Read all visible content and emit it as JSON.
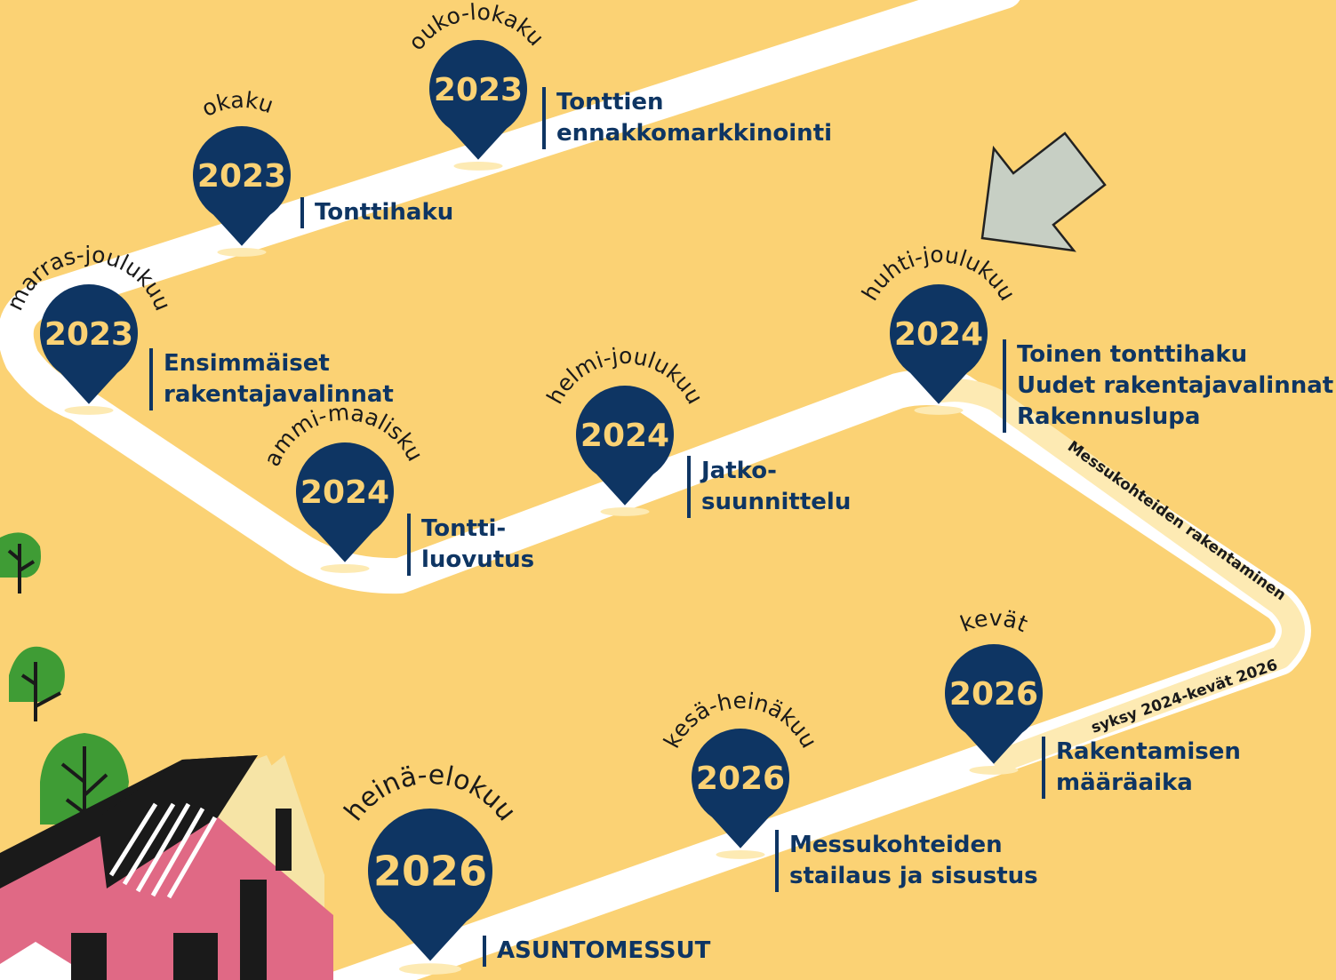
{
  "milestones": [
    {
      "id": "m1",
      "period": "touko-lokakuu",
      "year": "2023",
      "lines": [
        "Tonttien",
        "ennakkomarkkinointi"
      ]
    },
    {
      "id": "m2",
      "period": "lokakuu",
      "year": "2023",
      "lines": [
        "Tonttihaku"
      ]
    },
    {
      "id": "m3",
      "period": "marras-joulukuu",
      "year": "2023",
      "lines": [
        "Ensimmäiset",
        "rakentajavalinnat"
      ]
    },
    {
      "id": "m4",
      "period": "tammi-maaliskuu",
      "year": "2024",
      "lines": [
        "Tontti-",
        "luovutus"
      ]
    },
    {
      "id": "m5",
      "period": "helmi-joulukuu",
      "year": "2024",
      "lines": [
        "Jatko-",
        "suunnittelu"
      ]
    },
    {
      "id": "m6",
      "period": "huhti-joulukuu",
      "year": "2024",
      "lines": [
        "Toinen tonttihaku",
        "Uudet rakentajavalinnat",
        "Rakennuslupa"
      ]
    },
    {
      "id": "m7",
      "period": "kevät",
      "year": "2026",
      "lines": [
        "Rakentamisen",
        "määräaika"
      ]
    },
    {
      "id": "m8",
      "period": "kesä-heinäkuu",
      "year": "2026",
      "lines": [
        "Messukohteiden",
        "stailaus ja sisustus"
      ]
    },
    {
      "id": "m9",
      "period": "heinä-elokuu",
      "year": "2026",
      "lines": [
        "ASUNTOMESSUT"
      ]
    }
  ],
  "road_side_labels": {
    "construction": "Messukohteiden rakentaminen",
    "period": "syksy 2024-kevät 2026"
  },
  "colors": {
    "background": "#fbd274",
    "road": "#ffffff",
    "pin": "#0e3563",
    "pin_text": "#fbd274",
    "label_text": "#0e3563",
    "arrow": "#c7cfc4"
  }
}
